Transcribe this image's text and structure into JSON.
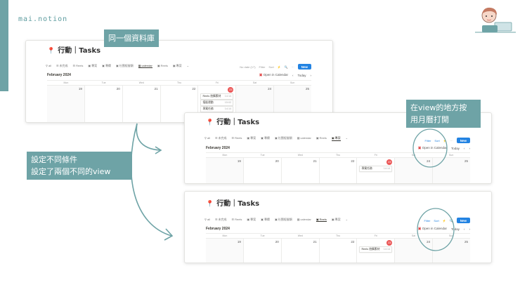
{
  "brand": "mai.notion",
  "colors": {
    "accent": "#6ea3a6",
    "notion_blue": "#2383e2",
    "today_red": "#eb5757"
  },
  "annotations": {
    "same_database": "同一個資料庫",
    "different_conditions_line1": "設定不同條件",
    "different_conditions_line2": "設定了兩個不同的view",
    "view_tip_line1": "在view的地方按",
    "view_tip_line2": "用月曆打開"
  },
  "panels": [
    {
      "title": "行動｜Tasks",
      "tabs": [
        "all",
        "未完成",
        "Reels",
        "專案",
        "專欄",
        "社團經營類",
        "calendar",
        "Reels",
        "專案"
      ],
      "active_tab": "calendar",
      "tools": [
        "No date (17)",
        "Filter",
        "Sort",
        "⚡",
        "🔍",
        "···"
      ],
      "new_label": "New",
      "month": "February 2024",
      "open_calendar": "Open in Calendar",
      "today_label": "Today",
      "weekdays": [
        "Mon",
        "Tue",
        "Wed",
        "Thu",
        "Fri",
        "Sat",
        "Sun"
      ],
      "dates": [
        "19",
        "20",
        "21",
        "22",
        "23",
        "24",
        "25"
      ],
      "events": [
        {
          "name": "Reels 拍攝素材",
          "time": "14:14"
        },
        {
          "name": "搭配運動",
          "time": "15:02"
        },
        {
          "name": "專案任務",
          "time": "14:14"
        }
      ]
    },
    {
      "title": "行動｜Tasks",
      "tabs": [
        "all",
        "未完成",
        "Reels",
        "專案",
        "專欄",
        "社團經營類",
        "calendar",
        "Reels",
        "專案"
      ],
      "active_tab": "專案",
      "tools": [
        "Filter",
        "Sort",
        "⚡",
        "···"
      ],
      "new_label": "New",
      "month": "February 2024",
      "open_calendar": "Open in Calendar",
      "today_label": "Today",
      "weekdays": [
        "Mon",
        "Tue",
        "Wed",
        "Thu",
        "Fri",
        "Sat",
        "Sun"
      ],
      "dates": [
        "19",
        "20",
        "21",
        "22",
        "23",
        "24",
        "25"
      ],
      "events": [
        {
          "name": "專案任務",
          "time": "14:14"
        }
      ]
    },
    {
      "title": "行動｜Tasks",
      "tabs": [
        "all",
        "未完成",
        "Reels",
        "專案",
        "專欄",
        "社團經營類",
        "calendar",
        "Reels",
        "專案"
      ],
      "active_tab": "Reels",
      "tools": [
        "Filter",
        "Sort",
        "⚡",
        "🔍"
      ],
      "new_label": "New",
      "month": "February 2024",
      "open_calendar": "Open in Calendar",
      "today_label": "Today",
      "weekdays": [
        "Mon",
        "Tue",
        "Wed",
        "Thu",
        "Fri",
        "Sat",
        "Sun"
      ],
      "dates": [
        "19",
        "20",
        "21",
        "22",
        "23",
        "24",
        "25"
      ],
      "events": [
        {
          "name": "Reels 拍攝素材",
          "time": "14:14"
        }
      ]
    }
  ]
}
